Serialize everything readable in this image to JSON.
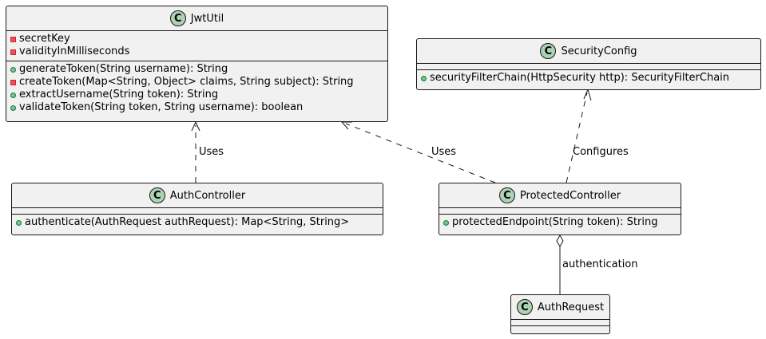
{
  "badge_letter": "C",
  "classes": {
    "jwtutil": {
      "name": "JwtUtil",
      "fields": [
        {
          "vis": "private",
          "text": "secretKey"
        },
        {
          "vis": "private",
          "text": "validityInMilliseconds"
        }
      ],
      "methods": [
        {
          "vis": "public",
          "text": "generateToken(String username): String"
        },
        {
          "vis": "private",
          "text": "createToken(Map<String, Object> claims, String subject): String"
        },
        {
          "vis": "public",
          "text": "extractUsername(String token): String"
        },
        {
          "vis": "public",
          "text": "validateToken(String token, String username): boolean"
        }
      ]
    },
    "securityconfig": {
      "name": "SecurityConfig",
      "fields": [],
      "methods": [
        {
          "vis": "public",
          "text": "securityFilterChain(HttpSecurity http): SecurityFilterChain"
        }
      ]
    },
    "authcontroller": {
      "name": "AuthController",
      "fields": [],
      "methods": [
        {
          "vis": "public",
          "text": "authenticate(AuthRequest authRequest): Map<String, String>"
        }
      ]
    },
    "protectedcontroller": {
      "name": "ProtectedController",
      "fields": [],
      "methods": [
        {
          "vis": "public",
          "text": "protectedEndpoint(String token): String"
        }
      ]
    },
    "authrequest": {
      "name": "AuthRequest",
      "fields": [],
      "methods": []
    }
  },
  "relations": {
    "auth_uses_jwt": "Uses",
    "protected_uses_jwt": "Uses",
    "protected_configures": "Configures",
    "authentication": "authentication"
  }
}
